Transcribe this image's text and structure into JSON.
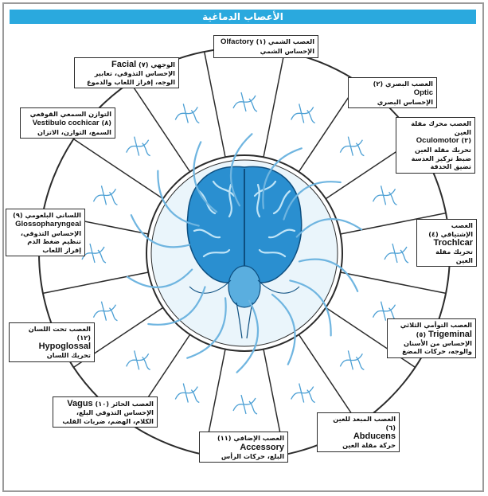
{
  "title": "الأعصاب الدماغية",
  "colors": {
    "accent": "#2aa9de",
    "brain": "#1e88c9",
    "nerve": "#6fb5e0",
    "ring": "#2b2b2b"
  },
  "nerves": [
    {
      "id": "olfactory",
      "ar": "العصب الشمي",
      "num": "(١)",
      "en": "Olfactory",
      "desc": [
        "الإحساس الشمي"
      ]
    },
    {
      "id": "optic",
      "ar": "العصب البصري",
      "num": "(٢)",
      "en": "Optic",
      "desc": [
        "الإحساس البصري"
      ]
    },
    {
      "id": "oculomotor",
      "ar": "العصب محرك مقلة العين",
      "num": "(٣)",
      "en": "Oculomotor",
      "desc": [
        "تحريك مقلة العين",
        "ضبط تركيز العدسة",
        "تضيق الحدقة"
      ]
    },
    {
      "id": "trochlear",
      "ar": "العصب الإشتياقي",
      "num": "(٤)",
      "en": "Trochlcar",
      "desc": [
        "تحريك مقلة العين"
      ]
    },
    {
      "id": "trigeminal",
      "ar": "العصب التوأمي الثلاثي",
      "num": "(٥)",
      "en": "Trigeminal",
      "desc": [
        "الإحساس من الأسنان",
        "والوجه، حركات المضغ"
      ]
    },
    {
      "id": "abducens",
      "ar": "العصب المبعد للعين",
      "num": "(٦)",
      "en": "Abducens",
      "desc": [
        "حركة مقلة العين"
      ]
    },
    {
      "id": "facial",
      "ar": "الوجهي",
      "num": "(٧)",
      "en": "Facial",
      "desc": [
        "الإحساس التذوقي، تعابير",
        "الوجه، إفراز اللعاب والدموع"
      ]
    },
    {
      "id": "vestibulo",
      "ar": "التوازن السمعي القوقعي",
      "num": "(٨)",
      "en": "Vestibulo cochicar",
      "desc": [
        "السمع، التوازن، الاتزان"
      ]
    },
    {
      "id": "glosso",
      "ar": "اللساني البلعومي",
      "num": "(٩)",
      "en": "Glossopharyngeal",
      "desc": [
        "الإحساس التذوقي،",
        "تنظيم ضغط الدم",
        "إفراز اللعاب"
      ]
    },
    {
      "id": "vagus",
      "ar": "العصب الحائر",
      "num": "(١٠)",
      "en": "Vagus",
      "desc": [
        "الإحساس التذوقي البلع،",
        "الكلام، الهضم، ضربات القلب"
      ]
    },
    {
      "id": "accessory",
      "ar": "العصب الإضافي",
      "num": "(١١)",
      "en": "Accessory",
      "desc": [
        "البلع، حركات الرأس"
      ]
    },
    {
      "id": "hypoglossal",
      "ar": "العصب تحت اللسان",
      "num": "(١٢)",
      "en": "Hypoglossal",
      "desc": [
        "تحريك اللسان"
      ]
    }
  ]
}
